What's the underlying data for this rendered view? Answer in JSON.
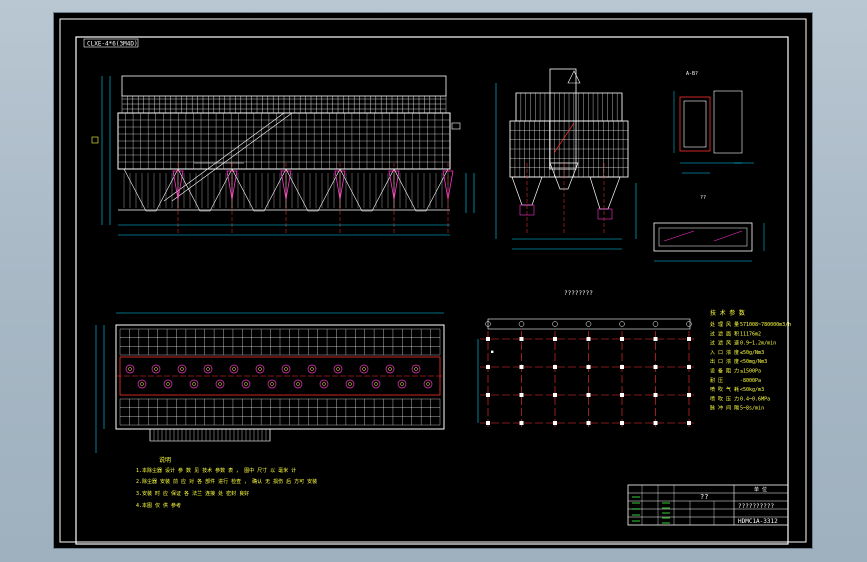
{
  "drawing": {
    "code_tag": "CLXE-4*6(3M4D)",
    "section_a": "A-B?",
    "section_b": "??",
    "layout_title": "????????",
    "notes_title": "说明",
    "notes": [
      "1.本除尘器 设计 参 数 见 技术 参数 表 ， 图中 尺寸 以 毫米 计",
      "2.除尘器 安装 前 应 对 各 部件 进行 检查 ， 确认 无 损伤 后 方可 安装",
      "3.安装 时 应 保证 各 法兰 连接 处 密封 良好",
      "4.本图 仅 供 参考"
    ],
    "tech_title": "技 术 参 数",
    "tech_params": [
      {
        "label": "处 理 风 量",
        "value": "571008~780000m3/h"
      },
      {
        "label": "过 滤 面 积",
        "value": "11176m2"
      },
      {
        "label": "过 滤 风 速",
        "value": "0.9~1.2m/min"
      },
      {
        "label": "入 口 浓 度",
        "value": "≤50g/Nm3"
      },
      {
        "label": "出 口 浓 度",
        "value": "<50mg/Nm3"
      },
      {
        "label": "设 备 阻 力",
        "value": "≤1500Pa"
      },
      {
        "label": "耐 压",
        "value": "-8000Pa"
      },
      {
        "label": "喷 吹 气 耗",
        "value": "<50kg/m3"
      },
      {
        "label": "喷 吹 压 力",
        "value": "0.4~0.6MPa"
      },
      {
        "label": "脉 冲 间 隔",
        "value": "5~8s/min"
      }
    ],
    "title_block": {
      "project": "??",
      "company": "单 位",
      "name": "??????????",
      "drawing_no": "HDMC1A-3312"
    }
  },
  "colors": {
    "line": "#ffffff",
    "dim": "#00d8ff",
    "center": "#ff3030",
    "hatch": "#ff33cc",
    "text": "#ffff40",
    "green": "#40ff40"
  }
}
